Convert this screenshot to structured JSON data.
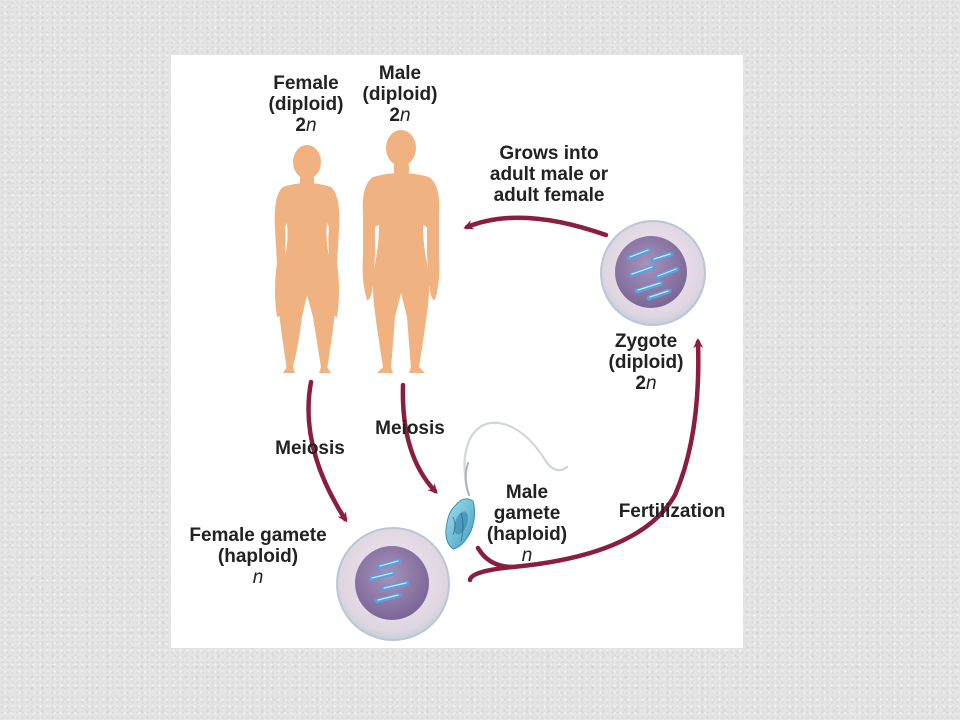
{
  "colors": {
    "arrow": "#8b1e3f",
    "body_fill": "#f0b281",
    "cell_fill": "#e4dbe6",
    "nucleus": "#8f78a8",
    "chromosome": "#5c9fd9",
    "sperm": "#6cc3dc"
  },
  "labels": {
    "female_title": "Female",
    "female_ploidy": "(diploid)",
    "female_count": "2",
    "female_n": "n",
    "male_title": "Male",
    "male_ploidy": "(diploid)",
    "male_count": "2",
    "male_n": "n",
    "grows_line1": "Grows into",
    "grows_line2": "adult male or",
    "grows_line3": "adult female",
    "zygote_title": "Zygote",
    "zygote_ploidy": "(diploid)",
    "zygote_count": "2",
    "zygote_n": "n",
    "meiosis_left": "Meiosis",
    "meiosis_right": "Meiosis",
    "male_gamete_line1": "Male",
    "male_gamete_line2": "gamete",
    "male_gamete_ploidy": "(haploid)",
    "male_gamete_n": "n",
    "fertilization": "Fertilization",
    "female_gamete_line1": "Female gamete",
    "female_gamete_ploidy": "(haploid)",
    "female_gamete_n": "n"
  }
}
